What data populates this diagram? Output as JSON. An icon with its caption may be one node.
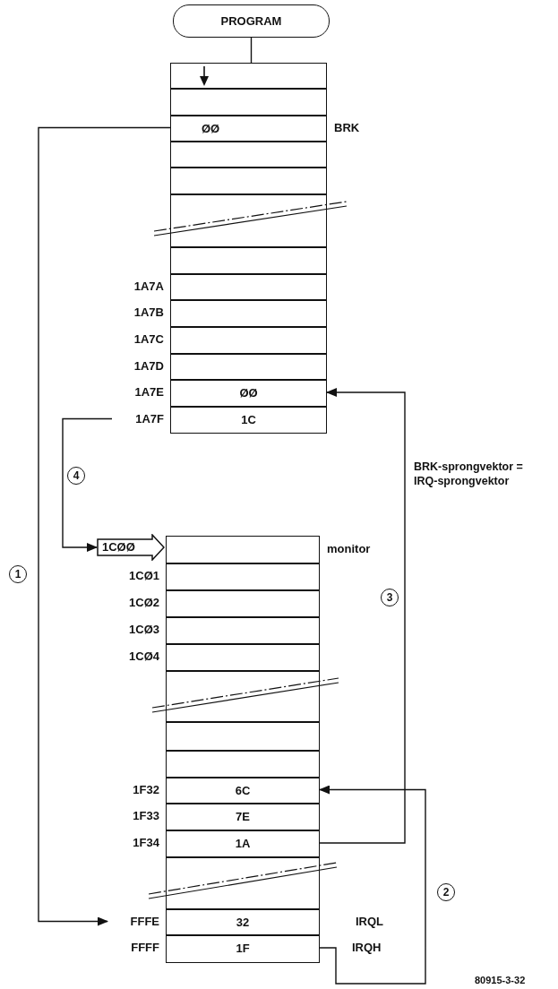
{
  "diagram": {
    "nodes": [
      {
        "text": [
          "PROGRAM"
        ]
      },
      {
        "text": [],
        "shape": "box"
      },
      {
        "text": [],
        "shape": "box"
      },
      {
        "text": [
          "ØØ"
        ],
        "beside": [
          "BRK"
        ]
      },
      {
        "text": [],
        "shape": "box"
      },
      {
        "text": [],
        "shape": "box"
      },
      {
        "text": [],
        "shape": "box"
      },
      {
        "text": [],
        "shape": "box"
      },
      {
        "text": [],
        "shape": "box",
        "beside": [
          "1A7A"
        ]
      },
      {
        "text": [],
        "shape": "box",
        "beside": [
          "1A7B"
        ]
      },
      {
        "text": [],
        "shape": "box",
        "beside": [
          "1A7C"
        ]
      },
      {
        "text": [],
        "shape": "box",
        "beside": [
          "1A7D"
        ]
      },
      {
        "text": [
          "ØØ"
        ],
        "beside": [
          "1A7E"
        ]
      },
      {
        "text": [
          "1C"
        ],
        "beside": [
          "1A7F"
        ]
      },
      {
        "text": [
          "1CØØ"
        ]
      },
      {
        "text": [],
        "shape": "box",
        "beside": [
          "monitor"
        ]
      },
      {
        "text": [],
        "shape": "box",
        "beside": [
          "1CØ1"
        ]
      },
      {
        "text": [],
        "shape": "box",
        "beside": [
          "1CØ2"
        ]
      },
      {
        "text": [],
        "shape": "box",
        "beside": [
          "1CØ3"
        ]
      },
      {
        "text": [],
        "shape": "box",
        "beside": [
          "1CØ4"
        ]
      },
      {
        "text": [],
        "shape": "box"
      },
      {
        "text": [],
        "shape": "box"
      },
      {
        "text": [],
        "shape": "box"
      },
      {
        "text": [
          "6C"
        ],
        "beside": [
          "1F32"
        ]
      },
      {
        "text": [
          "7E"
        ],
        "beside": [
          "1F33"
        ]
      },
      {
        "text": [
          "1A"
        ],
        "beside": [
          "1F34"
        ]
      },
      {
        "text": [],
        "shape": "box"
      },
      {
        "text": [
          "32"
        ],
        "beside": [
          "FFFE",
          "IRQL"
        ]
      },
      {
        "text": [
          "1F"
        ],
        "beside": [
          "FFFF",
          "IRQH"
        ]
      }
    ],
    "edges": [
      {
        "from": 0,
        "to": 1,
        "arrow": "none"
      },
      {
        "from": 3,
        "to": 27,
        "arrow": "to",
        "label": "1"
      },
      {
        "from": 28,
        "to": 23,
        "arrow": "to",
        "label": "2"
      },
      {
        "from": 25,
        "to": 12,
        "arrow": "to",
        "label": "3"
      },
      {
        "from": 13,
        "to": 14,
        "arrow": "to",
        "label": "4"
      }
    ],
    "labels": [
      "BRK-sprongvektor = IRQ-sprongvektor",
      "80915-3-32"
    ]
  }
}
